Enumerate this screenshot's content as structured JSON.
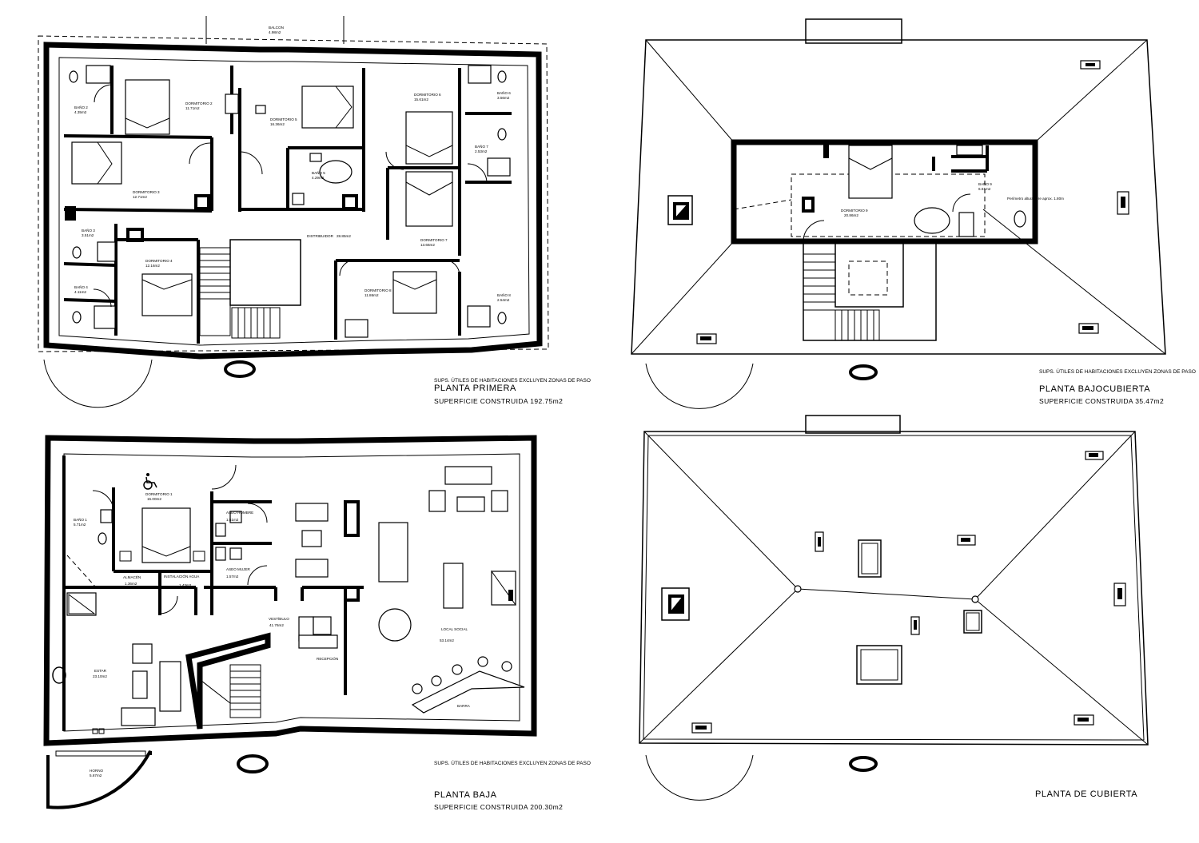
{
  "plans": {
    "primera": {
      "title": "PLANTA PRIMERA",
      "area": "SUPERFICIE CONSTRUIDA 192.75m2",
      "note": "SUPS. ÚTILES DE HABITACIONES EXCLUYEN ZONAS DE PASO",
      "rooms": [
        {
          "name": "BALCON",
          "area": "4.98m2"
        },
        {
          "name": "BAÑO 2",
          "area": "4.35m2"
        },
        {
          "name": "DORMITORIO 2",
          "area": "11.71m2"
        },
        {
          "name": "DORMITORIO 5",
          "area": "16.36m2"
        },
        {
          "name": "DORMITORIO 6",
          "area": "15.61m2"
        },
        {
          "name": "BAÑO 6",
          "area": "3.56m2"
        },
        {
          "name": "BAÑO 7",
          "area": "2.53m2"
        },
        {
          "name": "BAÑO 5",
          "area": "4.29m2"
        },
        {
          "name": "DORMITORIO 3",
          "area": "12.71m2"
        },
        {
          "name": "BAÑO 3",
          "area": "3.51m2"
        },
        {
          "name": "DISTRIBUIDOR",
          "area": "28.85m2"
        },
        {
          "name": "DORMITORIO 4",
          "area": "12.16m2"
        },
        {
          "name": "DORMITORIO 7",
          "area": "13.66m2"
        },
        {
          "name": "BAÑO 4",
          "area": "4.11m2"
        },
        {
          "name": "DORMITORIO 8",
          "area": "11.86m2"
        },
        {
          "name": "BAÑO 8",
          "area": "2.54m2"
        }
      ]
    },
    "bajocubierta": {
      "title": "PLANTA BAJOCUBIERTA",
      "area": "SUPERFICIE CONSTRUIDA 35.47m2",
      "note": "SUPS. ÚTILES DE HABITACIONES EXCLUYEN ZONAS DE PASO",
      "rooms": [
        {
          "name": "DORMITORIO 9",
          "area": "20.86m2"
        },
        {
          "name": "BAÑO 9",
          "area": "6.61m2"
        }
      ],
      "annotation": "Perímetro altura libre aprox. 1.80m"
    },
    "baja": {
      "title": "PLANTA BAJA",
      "area": "SUPERFICIE CONSTRUIDA 200.30m2",
      "note": "SUPS. ÚTILES DE HABITACIONES EXCLUYEN ZONAS DE PASO",
      "rooms": [
        {
          "name": "DORMITORIO 1",
          "area": "15.00m2"
        },
        {
          "name": "BAÑO 1",
          "area": "5.71m2"
        },
        {
          "name": "ASEO HOMBRE",
          "area": "1.51m2"
        },
        {
          "name": "ASEO MUJER",
          "area": "1.57m2"
        },
        {
          "name": "ALMACÉN",
          "area": "1.36m2"
        },
        {
          "name": "INSTALACIÓN AGUA",
          "area": "1.43m2"
        },
        {
          "name": "VESTÍBULO",
          "area": "41.76m2"
        },
        {
          "name": "LOCAL SOCIAL",
          "area": "53.14m2"
        },
        {
          "name": "ESTAR",
          "area": "23.10m2"
        },
        {
          "name": "HORNO",
          "area": "5.67m2"
        }
      ],
      "labels": [
        "RECEPCIÓN",
        "BARRA"
      ]
    },
    "cubierta": {
      "title": "PLANTA DE CUBIERTA"
    }
  }
}
